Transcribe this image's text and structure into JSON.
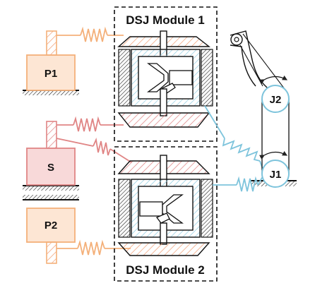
{
  "modules": {
    "top_title": "DSJ Module 1",
    "bottom_title": "DSJ Module 2"
  },
  "blocks": {
    "p1": "P1",
    "s": "S",
    "p2": "P2"
  },
  "joints": {
    "j1": "J1",
    "j2": "J2"
  },
  "colors": {
    "orange": "#f4b07a",
    "orange_fill": "#fde6d4",
    "red": "#e08585",
    "red_fill": "#f8d9d9",
    "blue": "#7ec4dc",
    "dark": "#111111"
  }
}
